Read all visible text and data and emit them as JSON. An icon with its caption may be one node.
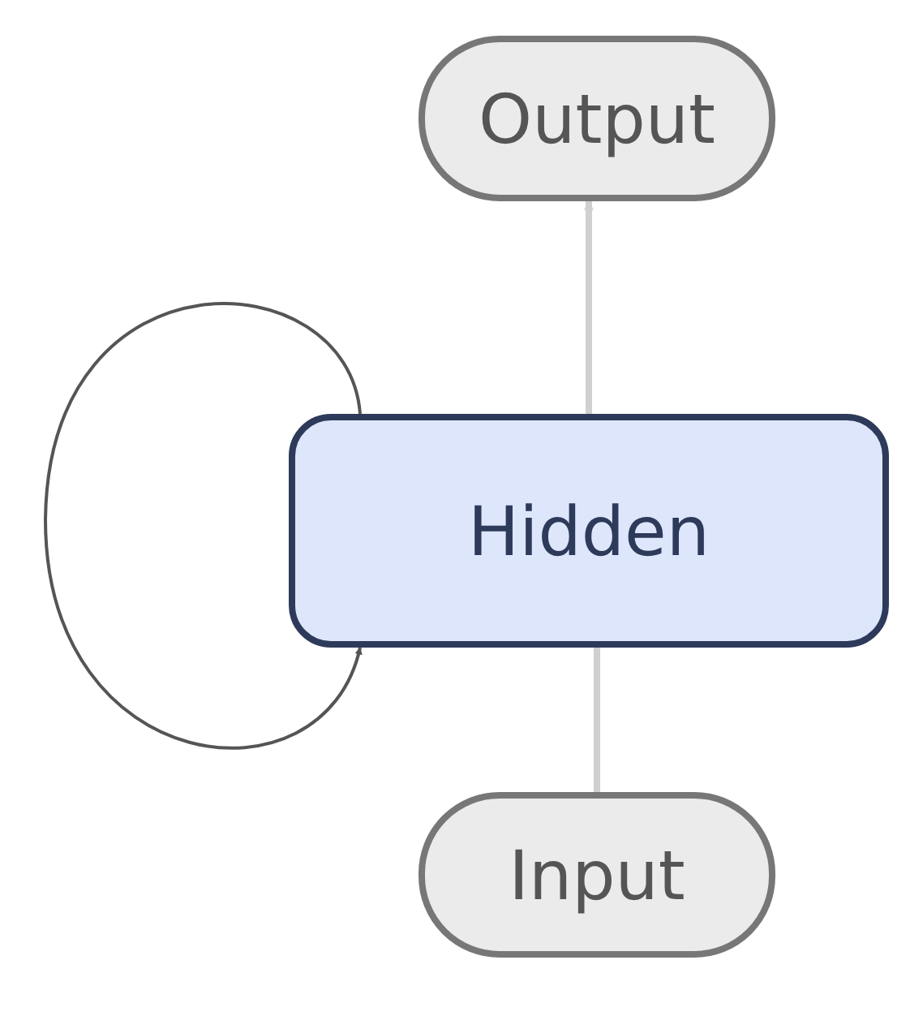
{
  "diagram": {
    "nodes": [
      {
        "text": [
          "Output"
        ]
      },
      {
        "text": [
          "Hidden"
        ]
      },
      {
        "text": [
          "Input"
        ]
      }
    ],
    "edges": [
      {
        "from": 2,
        "to": 1,
        "arrow": "none"
      },
      {
        "from": 1,
        "to": 0,
        "arrow": "to"
      },
      {
        "from": 1,
        "to": 1,
        "arrow": "to",
        "color": "#555555"
      }
    ]
  }
}
